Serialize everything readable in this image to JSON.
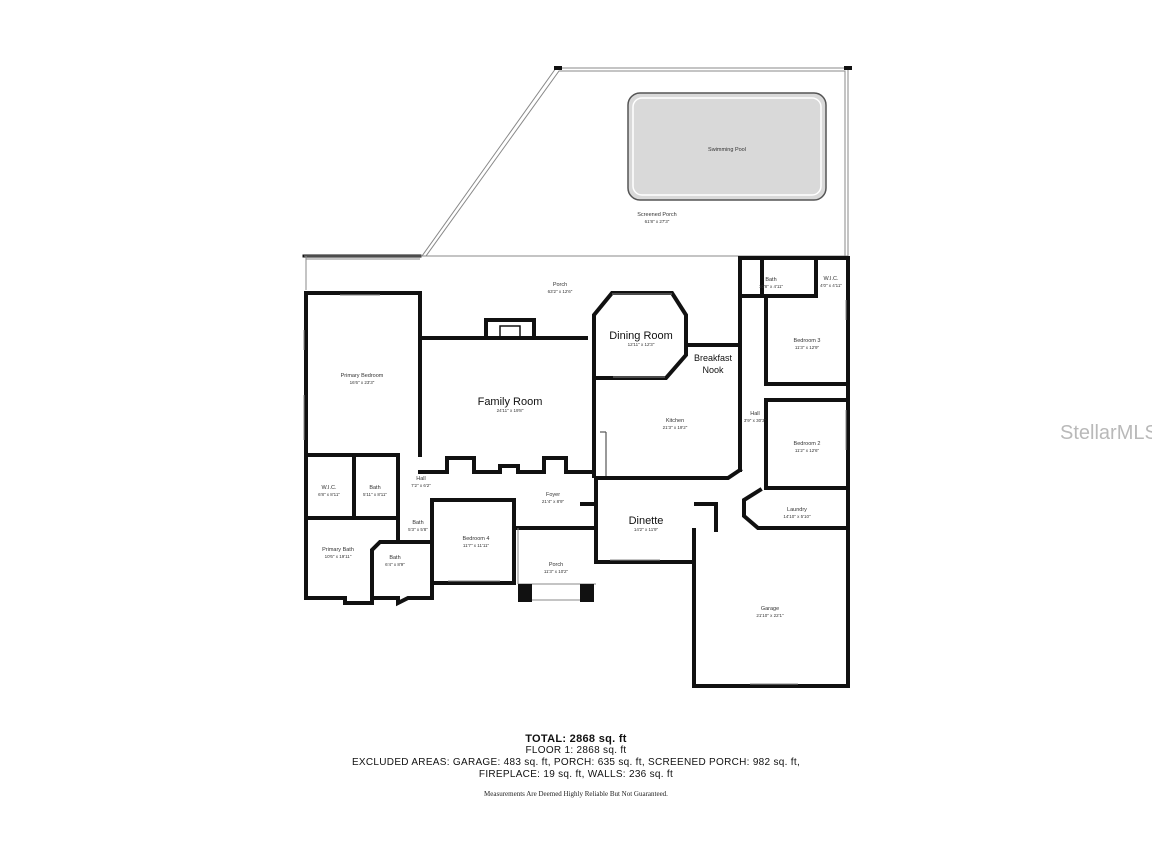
{
  "rooms": {
    "swimming_pool": {
      "name": "Swimming Pool"
    },
    "screened_porch": {
      "name": "Screened Porch",
      "dims": "61'8\" x 27'3\""
    },
    "porch_rear": {
      "name": "Porch",
      "dims": "63'2\" x 12'6\""
    },
    "primary_bedroom": {
      "name": "Primary Bedroom",
      "dims": "16'6\" x 23'3\""
    },
    "family_room": {
      "name": "Family Room",
      "dims": "24'11\" x 19'8\""
    },
    "dining_room": {
      "name": "Dining Room",
      "dims": "12'11\" x 12'3\""
    },
    "breakfast_nook": {
      "name_line1": "Breakfast",
      "name_line2": "Nook"
    },
    "kitchen": {
      "name": "Kitchen",
      "dims": "21'3\" x 19'2\""
    },
    "bath_top": {
      "name": "Bath",
      "dims": "10'8\" x 4'11\""
    },
    "wic_top": {
      "name": "W.I.C.",
      "dims": "4'0\" x 4'11\""
    },
    "bedroom_3": {
      "name": "Bedroom 3",
      "dims": "11'3\" x 12'9\""
    },
    "hall_right": {
      "name": "Hall",
      "dims": "3'9\" x 30'3\""
    },
    "bedroom_2": {
      "name": "Bedroom 2",
      "dims": "11'2\" x 12'6\""
    },
    "laundry": {
      "name": "Laundry",
      "dims": "14'10\" x 5'10\""
    },
    "wic_left": {
      "name": "W.I.C.",
      "dims": "6'8\" x 8'11\""
    },
    "bath_left": {
      "name": "Bath",
      "dims": "5'11\" x 8'11\""
    },
    "hall_left": {
      "name": "Hall",
      "dims": "7'2\" x 6'2\""
    },
    "foyer": {
      "name": "Foyer",
      "dims": "21'4\" x 8'9\""
    },
    "dinette": {
      "name": "Dinette",
      "dims": "14'2\" x 11'9\""
    },
    "bath_mid": {
      "name": "Bath",
      "dims": "5'3\" x 5'8\""
    },
    "bedroom_4": {
      "name": "Bedroom 4",
      "dims": "11'7\" x 11'11\""
    },
    "primary_bath": {
      "name": "Primary Bath",
      "dims": "10'6\" x 19'11\""
    },
    "bath_small": {
      "name": "Bath",
      "dims": "6'4\" x 8'9\""
    },
    "porch_front": {
      "name": "Porch",
      "dims": "11'3\" x 10'2\""
    },
    "garage": {
      "name": "Garage",
      "dims": "21'10\" x 22'1\""
    }
  },
  "watermark": "StellarMLS",
  "summary": {
    "total": "TOTAL: 2868 sq. ft",
    "floor": "FLOOR 1: 2868 sq. ft",
    "excluded": "EXCLUDED AREAS: GARAGE: 483 sq. ft, PORCH: 635 sq. ft, SCREENED PORCH: 982 sq. ft,",
    "excluded2": "FIREPLACE: 19 sq. ft, WALLS: 236 sq. ft"
  },
  "disclaimer": "Measurements Are Deemed Highly Reliable But Not Guaranteed."
}
